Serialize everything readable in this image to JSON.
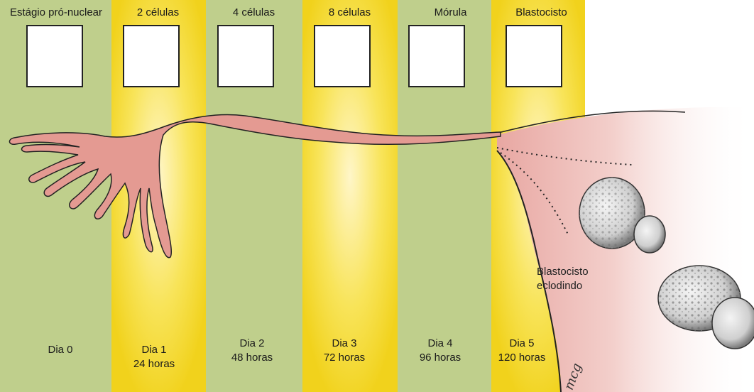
{
  "columns": [
    {
      "stage": "Estágio pró-nuclear",
      "day": "Dia 0",
      "hours": ""
    },
    {
      "stage": "2 células",
      "day": "Dia 1",
      "hours": "24 horas"
    },
    {
      "stage": "4 células",
      "day": "Dia 2",
      "hours": "48 horas"
    },
    {
      "stage": "8 células",
      "day": "Dia 3",
      "hours": "72 horas"
    },
    {
      "stage": "Mórula",
      "day": "Dia 4",
      "hours": "96 horas"
    },
    {
      "stage": "Blastocisto",
      "day": "Dia 5",
      "hours": "120 horas"
    }
  ],
  "annotation": {
    "line1": "Blastocisto",
    "line2": "eclodindo"
  },
  "signature": "mcg",
  "colors": {
    "green": "#bfcf8c",
    "yellow": "#f6dc2a",
    "tube": "#e59a94",
    "cell": "#5aa8e4",
    "zona": "#a079b4"
  }
}
